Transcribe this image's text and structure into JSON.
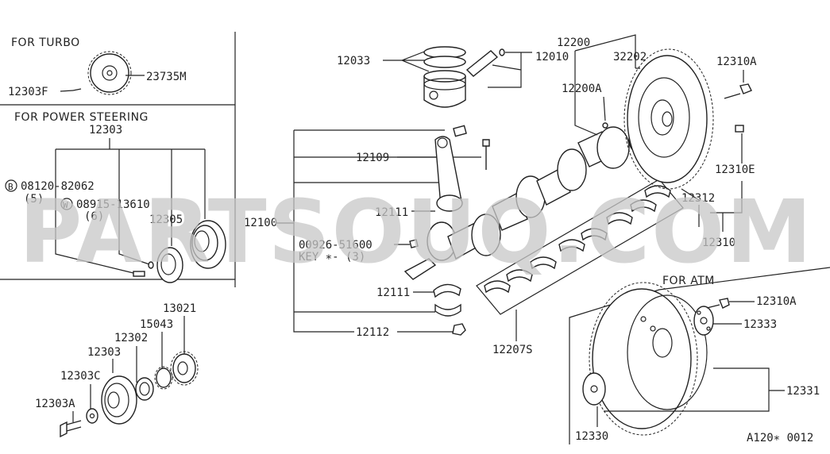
{
  "watermark": "PARTSOUQ.COM",
  "sections": {
    "turbo": "FOR TURBO",
    "power_steering": "FOR POWER STEERING",
    "atm": "FOR ATM"
  },
  "labels": {
    "p12303F": "12303F",
    "p23735M": "23735M",
    "p12303": "12303",
    "pB08120": "08120-82062",
    "qty5": "(5)",
    "pW08915": "08915-13610",
    "qty6": "(6)",
    "p12305": "12305",
    "p13021": "13021",
    "p15043": "15043",
    "p12302": "12302",
    "p12303b": "12303",
    "p12303C": "12303C",
    "p12303A": "12303A",
    "p12033": "12033",
    "p12010": "12010",
    "p12200": "12200",
    "p32202": "32202",
    "p12200A": "12200A",
    "p12310A": "12310A",
    "p12109": "12109",
    "p12100": "12100",
    "p12111a": "12111",
    "p00926": "00926-51600",
    "key": "KEY ∗- (3)",
    "p12111b": "12111",
    "p12112": "12112",
    "p12207S": "12207S",
    "p12310E": "12310E",
    "p12312": "12312",
    "p12310": "12310",
    "p12310A_atm": "12310A",
    "p12333": "12333",
    "p12331": "12331",
    "p12330": "12330",
    "ref": "A120∗ 0012",
    "circB": "B",
    "circW": "W"
  },
  "colors": {
    "ink": "#222222",
    "watermark": "#c8c8c8",
    "background": "#ffffff"
  }
}
